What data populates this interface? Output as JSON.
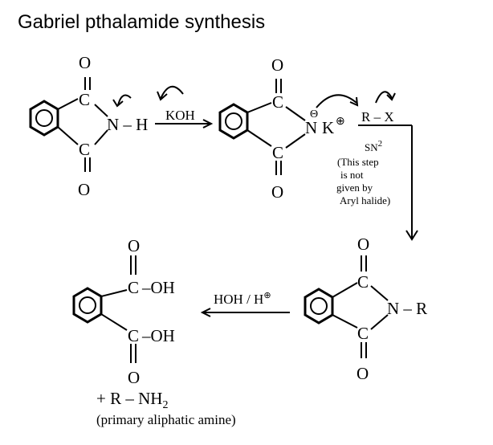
{
  "title": "Gabriel pthalamide synthesis",
  "atoms": {
    "C": "C",
    "O": "O",
    "N": "N",
    "H": "H",
    "K": "K"
  },
  "reagents": {
    "koh": "KOH",
    "rx": "R – X",
    "sn2_base": "SN",
    "sn2_sup": "2",
    "note": [
      "(This step",
      "is not",
      "given by",
      "Aryl halide)"
    ],
    "hoh": "HOH / H",
    "hplus": "⊕"
  },
  "labels": {
    "nh_bond": "N – H",
    "n_anion": "N",
    "minus_sign": "Θ",
    "plus_sign": "⊕",
    "nr": "N – R",
    "oh": "–OH",
    "amine_plus": "+ R – NH",
    "amine_sub": "2",
    "amine_desc": "(primary aliphatic amine)"
  }
}
